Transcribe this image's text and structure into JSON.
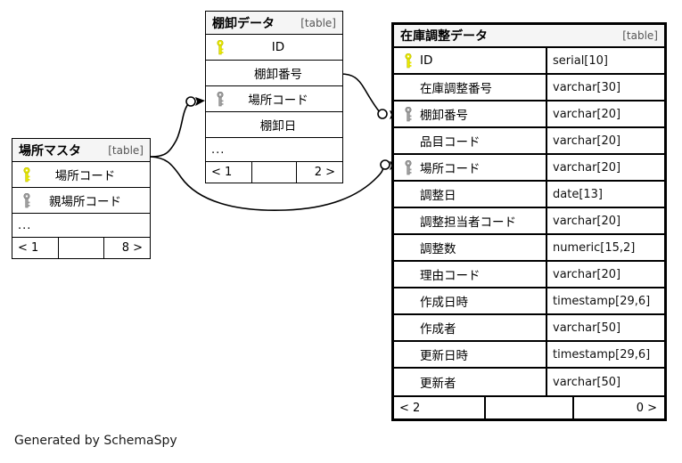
{
  "diagram": {
    "type": "entity-relationship-diagram",
    "generator_note": "Generated by SchemaSpy",
    "table_tag": "[table]",
    "ellipsis": "...",
    "key_icons": {
      "primary": "primary-key-icon",
      "foreign": "foreign-key-icon"
    },
    "colors": {
      "primary_key": "#E8E800",
      "foreign_key": "#999999",
      "title_background": "#F5F5F5",
      "border": "#000000",
      "canvas": "#FFFFFF"
    }
  },
  "tables": [
    {
      "id": "basho-master",
      "name": "場所マスタ",
      "tag": "[table]",
      "focal": false,
      "columns": [
        {
          "key": "primary",
          "name": "場所コード",
          "type": ""
        },
        {
          "key": "foreign",
          "name": "親場所コード",
          "type": ""
        }
      ],
      "has_more": true,
      "more_label": "...",
      "footer": {
        "left": "< 1",
        "middle": "",
        "right": "8 >"
      }
    },
    {
      "id": "tanaoroshi-data",
      "name": "棚卸データ",
      "tag": "[table]",
      "focal": false,
      "columns": [
        {
          "key": "primary",
          "name": "ID",
          "type": ""
        },
        {
          "key": "none",
          "name": "棚卸番号",
          "type": ""
        },
        {
          "key": "foreign",
          "name": "場所コード",
          "type": ""
        },
        {
          "key": "none",
          "name": "棚卸日",
          "type": ""
        }
      ],
      "has_more": true,
      "more_label": "...",
      "footer": {
        "left": "< 1",
        "middle": "",
        "right": "2 >"
      }
    },
    {
      "id": "zaiko-chosei-data",
      "name": "在庫調整データ",
      "tag": "[table]",
      "focal": true,
      "columns": [
        {
          "key": "primary",
          "name": "ID",
          "type": "serial[10]"
        },
        {
          "key": "none",
          "name": "在庫調整番号",
          "type": "varchar[30]"
        },
        {
          "key": "foreign",
          "name": "棚卸番号",
          "type": "varchar[20]"
        },
        {
          "key": "none",
          "name": "品目コード",
          "type": "varchar[20]"
        },
        {
          "key": "foreign",
          "name": "場所コード",
          "type": "varchar[20]"
        },
        {
          "key": "none",
          "name": "調整日",
          "type": "date[13]"
        },
        {
          "key": "none",
          "name": "調整担当者コード",
          "type": "varchar[20]"
        },
        {
          "key": "none",
          "name": "調整数",
          "type": "numeric[15,2]"
        },
        {
          "key": "none",
          "name": "理由コード",
          "type": "varchar[20]"
        },
        {
          "key": "none",
          "name": "作成日時",
          "type": "timestamp[29,6]"
        },
        {
          "key": "none",
          "name": "作成者",
          "type": "varchar[50]"
        },
        {
          "key": "none",
          "name": "更新日時",
          "type": "timestamp[29,6]"
        },
        {
          "key": "none",
          "name": "更新者",
          "type": "varchar[50]"
        }
      ],
      "has_more": false,
      "more_label": "",
      "footer": {
        "left": "< 2",
        "middle": "",
        "right": "0 >"
      }
    }
  ],
  "relationships": [
    {
      "id": "rel-basho-to-tanaoroshi",
      "from_table": "場所マスタ",
      "from_column": "場所コード",
      "to_table": "棚卸データ",
      "to_column": "場所コード",
      "optional": true
    },
    {
      "id": "rel-basho-to-zaiko",
      "from_table": "場所マスタ",
      "from_column": "場所コード",
      "to_table": "在庫調整データ",
      "to_column": "場所コード",
      "optional": true
    },
    {
      "id": "rel-tanaoroshi-to-zaiko",
      "from_table": "棚卸データ",
      "from_column": "棚卸番号",
      "to_table": "在庫調整データ",
      "to_column": "棚卸番号",
      "optional": true
    }
  ]
}
